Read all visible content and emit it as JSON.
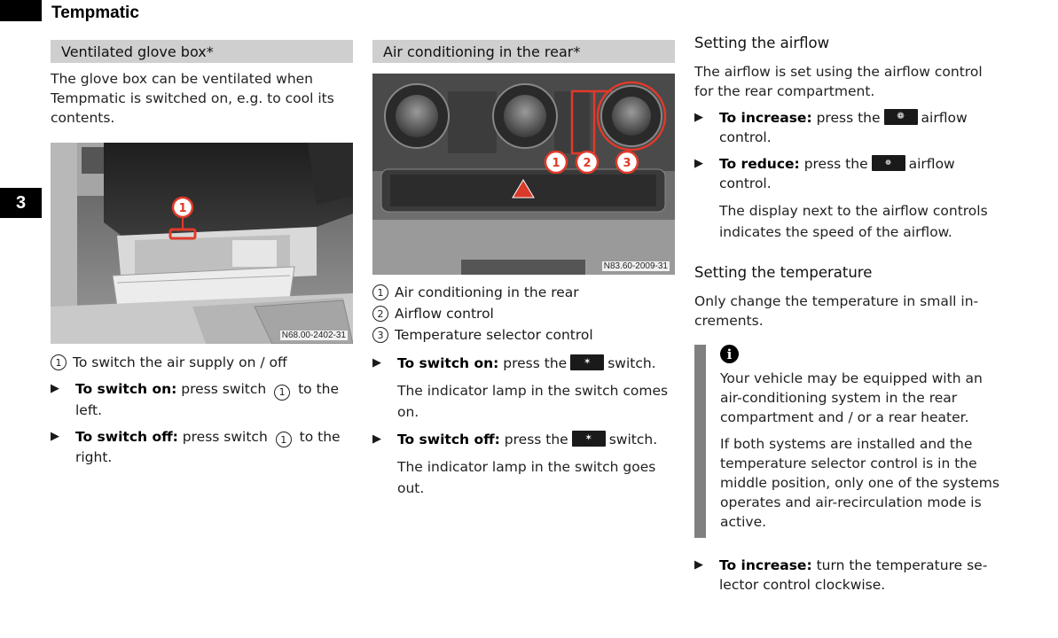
{
  "header": {
    "title": "Tempmatic",
    "chapter": "3"
  },
  "col1": {
    "section_title": "Ventilated glove box*",
    "intro": "The glove box can be ventilated when Tempmatic is switched on, e.g. to cool its contents.",
    "figure": {
      "code": "N68.00-2402-31",
      "callout": "1"
    },
    "callouts": [
      {
        "num": "1",
        "text": "To switch the air supply on / off"
      }
    ],
    "steps": [
      {
        "label": "To switch on:",
        "pre": "press switch",
        "num": "1",
        "post": "to the left."
      },
      {
        "label": "To switch off:",
        "pre": "press switch",
        "num": "1",
        "post": "to the right."
      }
    ]
  },
  "col2": {
    "section_title": "Air conditioning in the rear*",
    "figure": {
      "code": "N83.60-2009-31",
      "callouts": [
        "1",
        "2",
        "3"
      ]
    },
    "callouts": [
      {
        "num": "1",
        "text": "Air conditioning in the rear"
      },
      {
        "num": "2",
        "text": "Airflow control"
      },
      {
        "num": "3",
        "text": "Temperature selector control"
      }
    ],
    "step_on": {
      "label": "To switch on:",
      "pre": "press the",
      "post": "switch.",
      "note": "The indicator lamp in the switch comes on."
    },
    "step_off": {
      "label": "To switch off:",
      "pre": "press the",
      "post": "switch.",
      "note": "The indicator lamp in the switch goes out."
    }
  },
  "col3": {
    "airflow_title": "Setting the airflow",
    "airflow_intro": "The airflow is set using the airflow control for the rear compartment.",
    "inc": {
      "label": "To increase:",
      "pre": "press the",
      "post": "airflow control."
    },
    "dec": {
      "label": "To reduce:",
      "pre": "press the",
      "post": "airflow control.",
      "note": "The display next to the airflow controls indicates the speed of the airflow."
    },
    "temp_title": "Setting the temperature",
    "temp_intro": "Only change the temperature in small in­crements.",
    "info": {
      "p1": "Your vehicle may be equipped with an air-conditioning system in the rear compartment and / or a rear heater.",
      "p2": "If both systems are installed and the temperature selector control is in the middle position, only one of the sys­tems operates and air-recirculation mode is active."
    },
    "temp_inc": {
      "label": "To increase:",
      "text": "turn the temperature se­lector control clockwise."
    }
  },
  "colors": {
    "section_bg": "#cfcfcf",
    "callout_red": "#e03a2a",
    "info_bar": "#808080"
  },
  "icons": [
    "triangle-bullet-icon",
    "rear-ac-switch-icon",
    "fan-large-icon",
    "fan-small-icon",
    "info-icon"
  ]
}
